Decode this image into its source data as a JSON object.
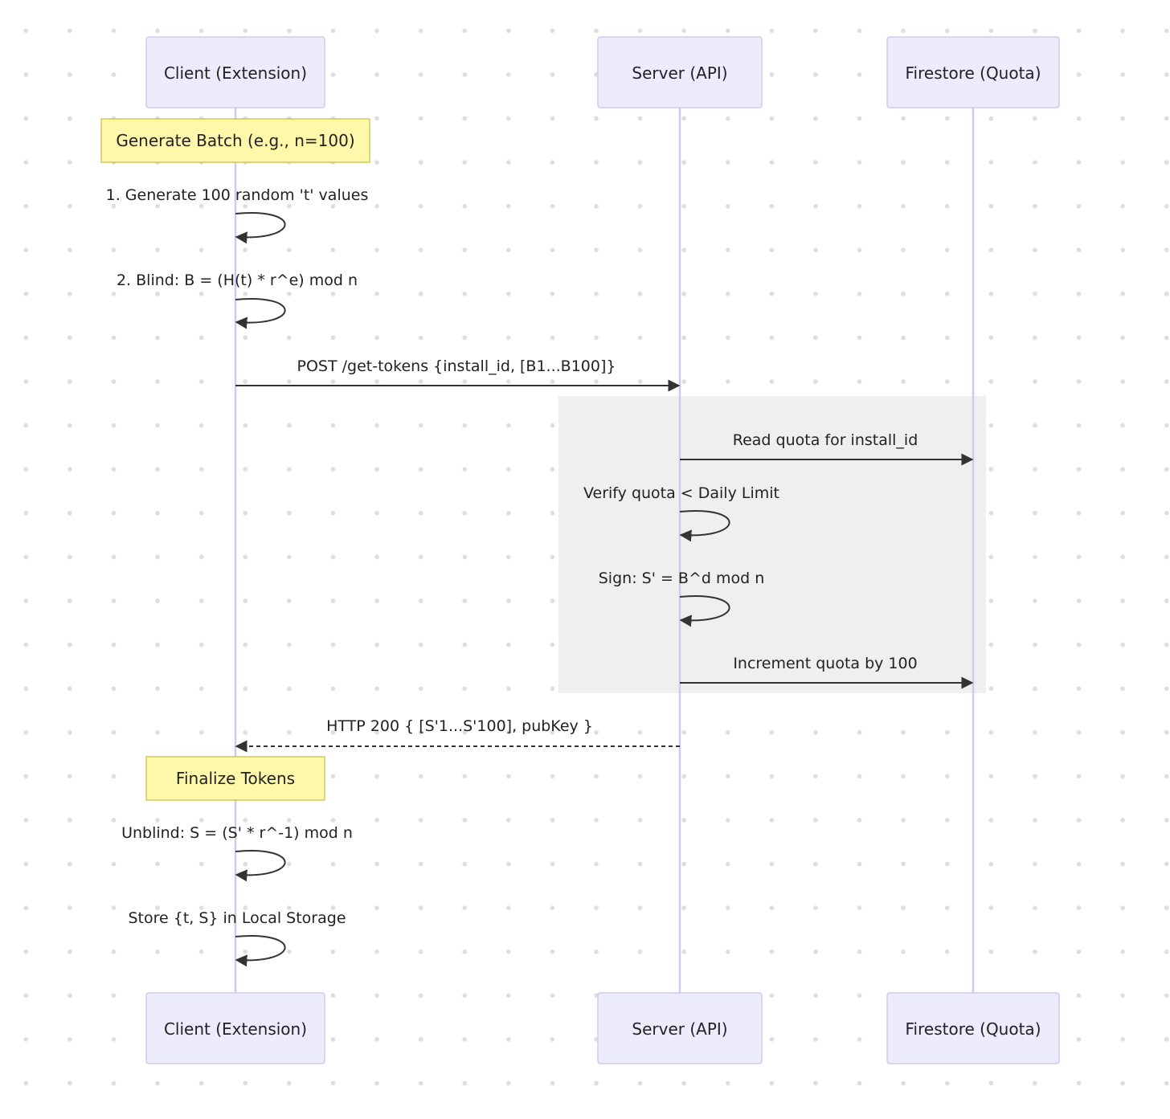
{
  "participants": [
    {
      "id": "client",
      "label": "Client (Extension)"
    },
    {
      "id": "server",
      "label": "Server (API)"
    },
    {
      "id": "firestore",
      "label": "Firestore (Quota)"
    }
  ],
  "notes": {
    "generate_batch": "Generate Batch (e.g., n=100)",
    "finalize_tokens": "Finalize Tokens"
  },
  "messages": [
    {
      "from": "client",
      "to": "client",
      "label": "1. Generate 100 random 't' values",
      "style": "solid"
    },
    {
      "from": "client",
      "to": "client",
      "label": "2. Blind: B = (H(t) * r^e) mod n",
      "style": "solid"
    },
    {
      "from": "client",
      "to": "server",
      "label": "POST /get-tokens {install_id, [B1...B100]}",
      "style": "solid"
    },
    {
      "from": "server",
      "to": "firestore",
      "label": "Read quota for install_id",
      "style": "solid"
    },
    {
      "from": "server",
      "to": "server",
      "label": "Verify quota < Daily Limit",
      "style": "solid"
    },
    {
      "from": "server",
      "to": "server",
      "label": "Sign: S' = B^d mod n",
      "style": "solid"
    },
    {
      "from": "server",
      "to": "firestore",
      "label": "Increment quota by 100",
      "style": "solid"
    },
    {
      "from": "server",
      "to": "client",
      "label": "HTTP 200 { [S'1...S'100], pubKey }",
      "style": "dashed"
    },
    {
      "from": "client",
      "to": "client",
      "label": "Unblind: S = (S' * r^-1) mod n",
      "style": "solid"
    },
    {
      "from": "client",
      "to": "client",
      "label": "Store {t, S} in Local Storage",
      "style": "solid"
    }
  ],
  "colors": {
    "actor_fill": "#ececfd",
    "actor_stroke": "#d3c8ee",
    "note_fill": "#fff8ab",
    "group_fill": "#efefef",
    "arrow": "#333333"
  }
}
